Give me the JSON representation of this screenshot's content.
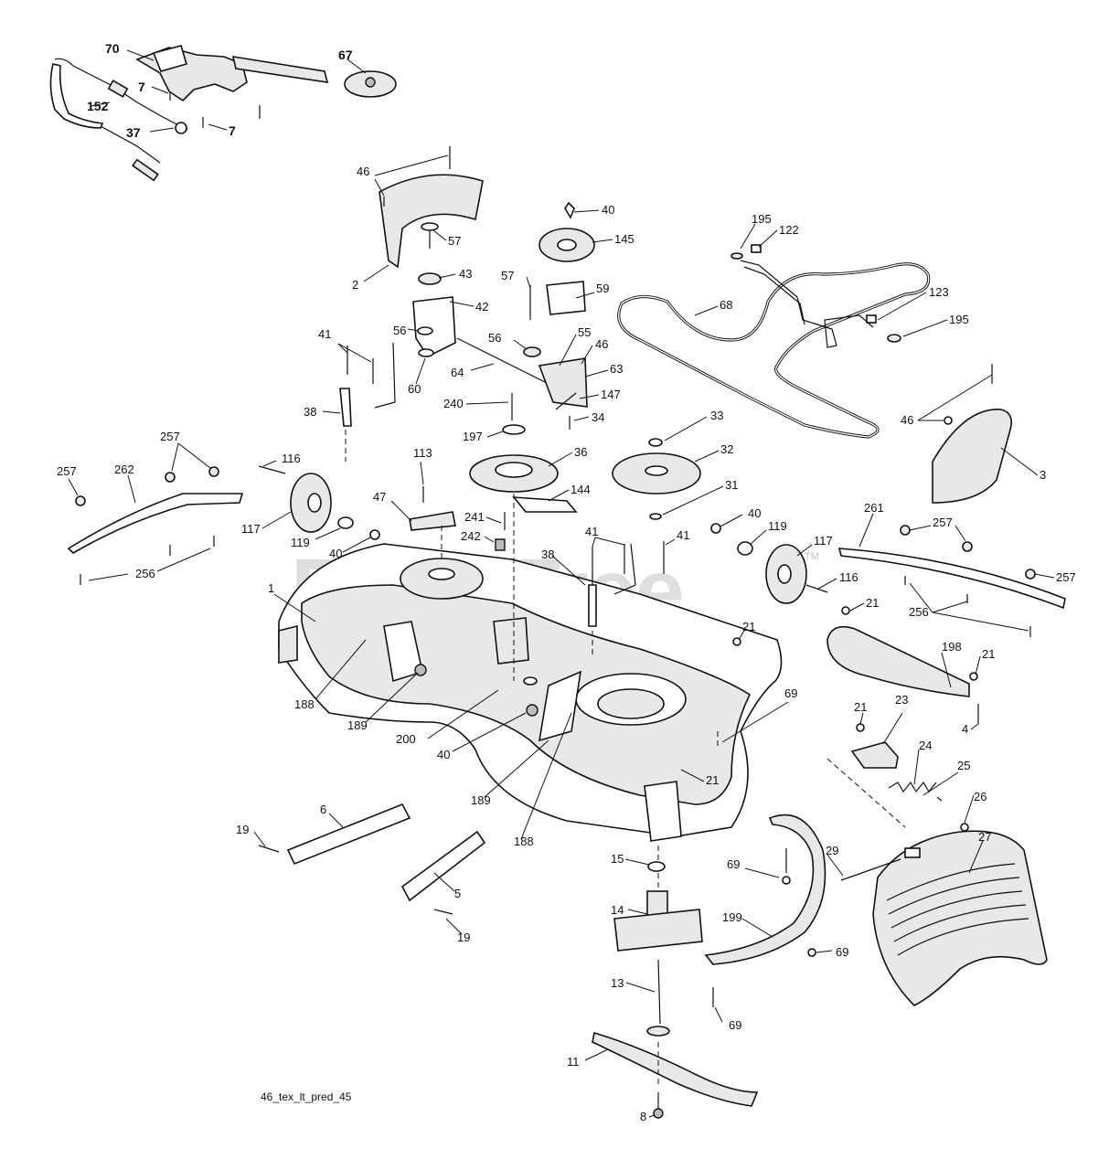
{
  "watermark": {
    "text": "PartsTree",
    "trademark": "TM"
  },
  "reference_code": "46_tex_lt_pred_45",
  "callouts": [
    {
      "id": "c-70",
      "label": "70"
    },
    {
      "id": "c-67",
      "label": "67"
    },
    {
      "id": "c-7a",
      "label": "7"
    },
    {
      "id": "c-152",
      "label": "152"
    },
    {
      "id": "c-7b",
      "label": "7"
    },
    {
      "id": "c-37",
      "label": "37"
    },
    {
      "id": "c-46a",
      "label": "46"
    },
    {
      "id": "c-2",
      "label": "2"
    },
    {
      "id": "c-57a",
      "label": "57"
    },
    {
      "id": "c-43",
      "label": "43"
    },
    {
      "id": "c-42",
      "label": "42"
    },
    {
      "id": "c-56a",
      "label": "56"
    },
    {
      "id": "c-60",
      "label": "60"
    },
    {
      "id": "c-41a",
      "label": "41"
    },
    {
      "id": "c-38a",
      "label": "38"
    },
    {
      "id": "c-40a",
      "label": "40"
    },
    {
      "id": "c-145",
      "label": "145"
    },
    {
      "id": "c-57b",
      "label": "57"
    },
    {
      "id": "c-59",
      "label": "59"
    },
    {
      "id": "c-56b",
      "label": "56"
    },
    {
      "id": "c-55",
      "label": "55"
    },
    {
      "id": "c-46b",
      "label": "46"
    },
    {
      "id": "c-64",
      "label": "64"
    },
    {
      "id": "c-63",
      "label": "63"
    },
    {
      "id": "c-147",
      "label": "147"
    },
    {
      "id": "c-240",
      "label": "240"
    },
    {
      "id": "c-34",
      "label": "34"
    },
    {
      "id": "c-197",
      "label": "197"
    },
    {
      "id": "c-195a",
      "label": "195"
    },
    {
      "id": "c-122",
      "label": "122"
    },
    {
      "id": "c-68",
      "label": "68"
    },
    {
      "id": "c-123",
      "label": "123"
    },
    {
      "id": "c-195b",
      "label": "195"
    },
    {
      "id": "c-46c",
      "label": "46"
    },
    {
      "id": "c-3",
      "label": "3"
    },
    {
      "id": "c-33",
      "label": "33"
    },
    {
      "id": "c-32",
      "label": "32"
    },
    {
      "id": "c-31",
      "label": "31"
    },
    {
      "id": "c-36",
      "label": "36"
    },
    {
      "id": "c-144",
      "label": "144"
    },
    {
      "id": "c-113",
      "label": "113"
    },
    {
      "id": "c-47",
      "label": "47"
    },
    {
      "id": "c-241",
      "label": "241"
    },
    {
      "id": "c-242",
      "label": "242"
    },
    {
      "id": "c-116a",
      "label": "116"
    },
    {
      "id": "c-117a",
      "label": "117"
    },
    {
      "id": "c-119a",
      "label": "119"
    },
    {
      "id": "c-40b",
      "label": "40"
    },
    {
      "id": "c-257a",
      "label": "257"
    },
    {
      "id": "c-257b",
      "label": "257"
    },
    {
      "id": "c-262",
      "label": "262"
    },
    {
      "id": "c-256a",
      "label": "256"
    },
    {
      "id": "c-41b",
      "label": "41"
    },
    {
      "id": "c-41c",
      "label": "41"
    },
    {
      "id": "c-38b",
      "label": "38"
    },
    {
      "id": "c-40c",
      "label": "40"
    },
    {
      "id": "c-119b",
      "label": "119"
    },
    {
      "id": "c-117b",
      "label": "117"
    },
    {
      "id": "c-116b",
      "label": "116"
    },
    {
      "id": "c-261",
      "label": "261"
    },
    {
      "id": "c-257c",
      "label": "257"
    },
    {
      "id": "c-257d",
      "label": "257"
    },
    {
      "id": "c-256b",
      "label": "256"
    },
    {
      "id": "c-21a",
      "label": "21"
    },
    {
      "id": "c-21b",
      "label": "21"
    },
    {
      "id": "c-198",
      "label": "198"
    },
    {
      "id": "c-21c",
      "label": "21"
    },
    {
      "id": "c-4",
      "label": "4"
    },
    {
      "id": "c-1",
      "label": "1"
    },
    {
      "id": "c-188a",
      "label": "188"
    },
    {
      "id": "c-189a",
      "label": "189"
    },
    {
      "id": "c-200",
      "label": "200"
    },
    {
      "id": "c-40d",
      "label": "40"
    },
    {
      "id": "c-69a",
      "label": "69"
    },
    {
      "id": "c-21d",
      "label": "21"
    },
    {
      "id": "c-23",
      "label": "23"
    },
    {
      "id": "c-24",
      "label": "24"
    },
    {
      "id": "c-25",
      "label": "25"
    },
    {
      "id": "c-21e",
      "label": "21"
    },
    {
      "id": "c-189b",
      "label": "189"
    },
    {
      "id": "c-188b",
      "label": "188"
    },
    {
      "id": "c-26",
      "label": "26"
    },
    {
      "id": "c-27",
      "label": "27"
    },
    {
      "id": "c-29",
      "label": "29"
    },
    {
      "id": "c-19a",
      "label": "19"
    },
    {
      "id": "c-6",
      "label": "6"
    },
    {
      "id": "c-5",
      "label": "5"
    },
    {
      "id": "c-19b",
      "label": "19"
    },
    {
      "id": "c-15",
      "label": "15"
    },
    {
      "id": "c-14",
      "label": "14"
    },
    {
      "id": "c-69b",
      "label": "69"
    },
    {
      "id": "c-199",
      "label": "199"
    },
    {
      "id": "c-69c",
      "label": "69"
    },
    {
      "id": "c-13",
      "label": "13"
    },
    {
      "id": "c-69d",
      "label": "69"
    },
    {
      "id": "c-11",
      "label": "11"
    },
    {
      "id": "c-8",
      "label": "8"
    }
  ]
}
